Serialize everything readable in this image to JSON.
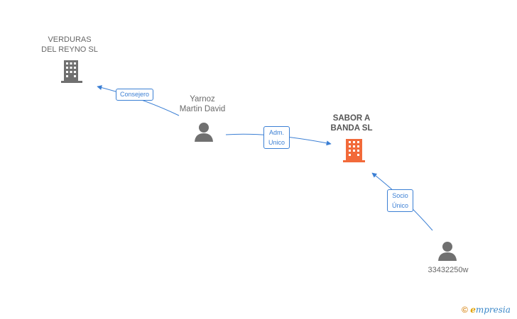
{
  "nodes": {
    "verduras": {
      "line1": "VERDURAS",
      "line2": "DEL REYNO SL",
      "kind": "company",
      "color": "#707070"
    },
    "yarnoz": {
      "line1": "Yarnoz",
      "line2": "Martin David",
      "kind": "person",
      "color": "#707070"
    },
    "sabor": {
      "line1": "SABOR A",
      "line2": "BANDA SL",
      "kind": "company",
      "color": "#f26a3a"
    },
    "person2": {
      "line1": "33432250w",
      "kind": "person",
      "color": "#707070"
    }
  },
  "edges": {
    "consejero": {
      "label": "Consejero"
    },
    "adm": {
      "line1": "Adm.",
      "line2": "Unico"
    },
    "socio": {
      "line1": "Socio",
      "line2": "Único"
    }
  },
  "colors": {
    "edge": "#3b7fd4"
  },
  "watermark": {
    "copyright": "©",
    "brand_initial": "e",
    "brand_rest": "mpresia"
  }
}
